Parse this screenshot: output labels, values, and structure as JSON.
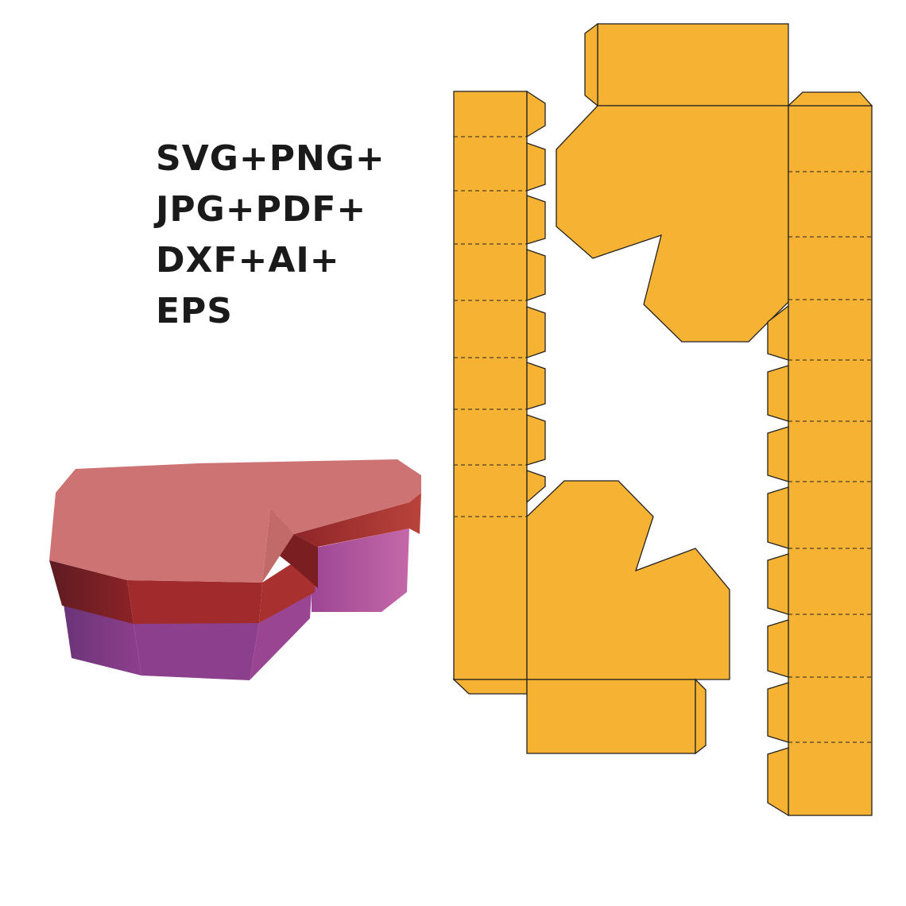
{
  "formats": {
    "line1": "SVG+PNG+",
    "line2": "JPG+PDF+",
    "line3": "DXF+AI+",
    "line4": "EPS"
  },
  "colors": {
    "template_fill": "#f6b232",
    "lid_top": "#cf7272",
    "lid_side": "#9a2a2a",
    "box_side": "#9b4a96"
  }
}
